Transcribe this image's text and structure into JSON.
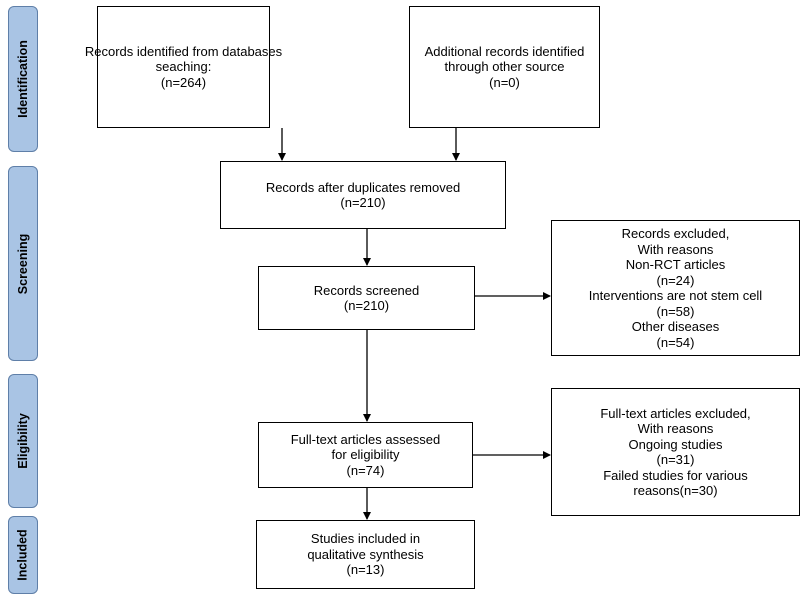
{
  "phases": {
    "identification": "Identification",
    "screening": "Screening",
    "eligibility": "Eligibility",
    "included": "Included"
  },
  "boxes": {
    "databases": [
      "Records identified from databases",
      "seaching:",
      "(n=264)"
    ],
    "other_source": [
      "Additional records identified",
      "through other source",
      "(n=0)"
    ],
    "duplicates_removed": [
      "Records after duplicates removed",
      "(n=210)"
    ],
    "screened": [
      "Records screened",
      "(n=210)"
    ],
    "excluded_records": [
      "Records excluded,",
      "With reasons",
      "Non-RCT articles",
      "(n=24)",
      "Interventions are not stem cell",
      "(n=58)",
      "Other diseases",
      "(n=54)"
    ],
    "fulltext_assessed": [
      "Full-text articles assessed",
      "for eligibility",
      "(n=74)"
    ],
    "fulltext_excluded": [
      "Full-text articles excluded,",
      "With reasons",
      "Ongoing studies",
      "(n=31)",
      "Failed studies for various",
      "reasons(n=30)"
    ],
    "included": [
      "Studies included in",
      "qualitative synthesis",
      "(n=13)"
    ]
  }
}
